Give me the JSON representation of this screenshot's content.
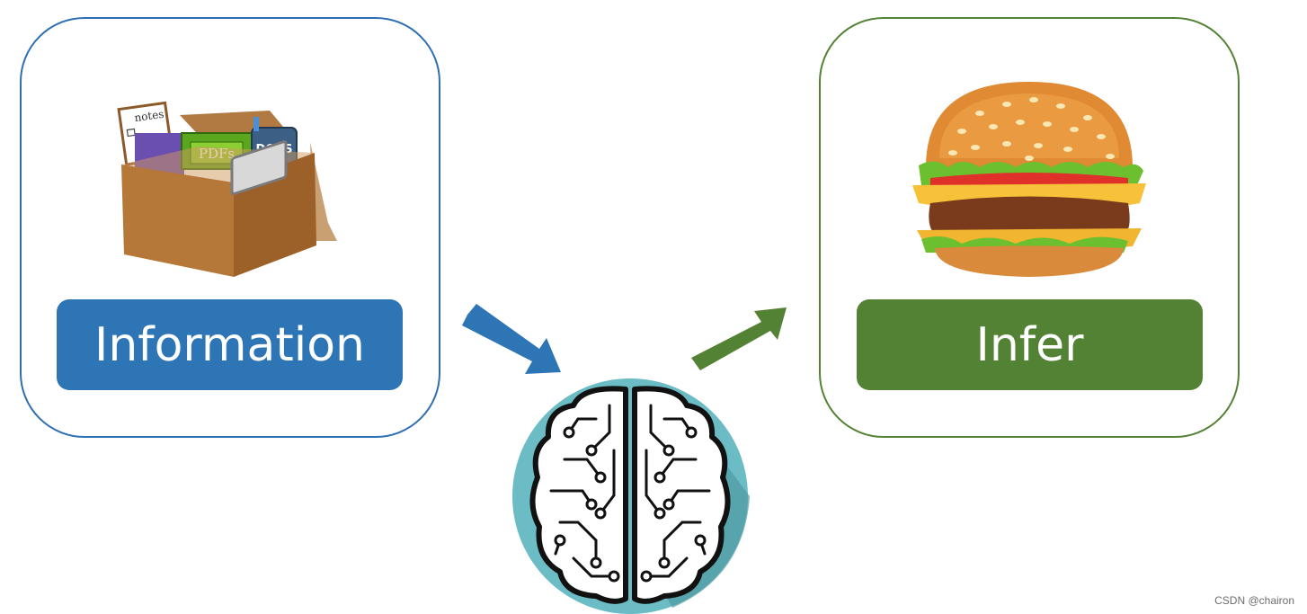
{
  "left_panel": {
    "label": "Information",
    "box_icon": {
      "name": "file-box-icon",
      "notes_label": "notes",
      "pdfs_label": "PDFs",
      "docs_label": "DOCS"
    }
  },
  "right_panel": {
    "label": "Infer",
    "icon": "burger-icon"
  },
  "center": {
    "icon": "circuit-brain-icon"
  },
  "arrows": {
    "left_color": "#2e75b6",
    "right_color": "#548235"
  },
  "watermark": "CSDN @chairon"
}
